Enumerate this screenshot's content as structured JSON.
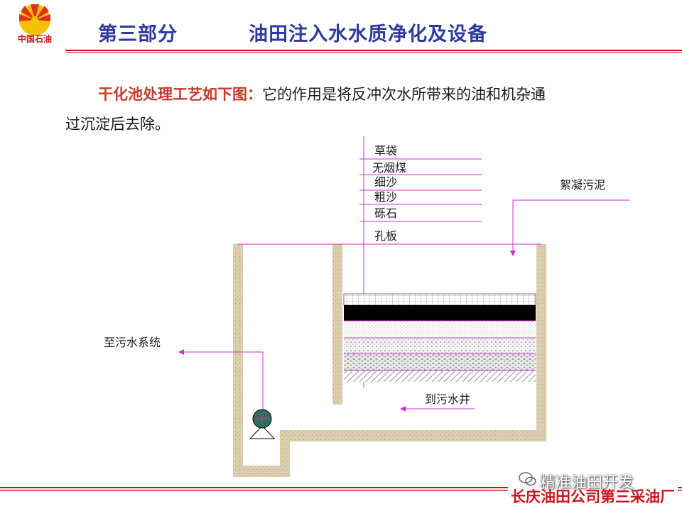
{
  "header": {
    "logo_text": "中国石油",
    "part": "第三部分",
    "title": "油田注入水水质净化及设备"
  },
  "intro": {
    "highlight": "干化池处理工艺如下图：",
    "line1_rest": "它的作用是将反冲次水所带来的油和机杂通",
    "line2": "过沉淀后去除。"
  },
  "diagram": {
    "layers": [
      "草袋",
      "无烟煤",
      "细沙",
      "粗沙",
      "砾石",
      "孔板"
    ],
    "sludge_label": "絮凝污泥",
    "to_sewage_system": "至污水系统",
    "to_sewage_well": "到污水井"
  },
  "footer": {
    "watermark": "精准油田开发",
    "company": "长庆油田公司第三采油厂"
  },
  "colors": {
    "header_blue": "#2e3aa0",
    "accent_red": "#c8161d",
    "highlight_orange": "#c43b2a",
    "arrow_magenta": "#cc2fcc",
    "wall_tan": "#d8c8a8"
  }
}
